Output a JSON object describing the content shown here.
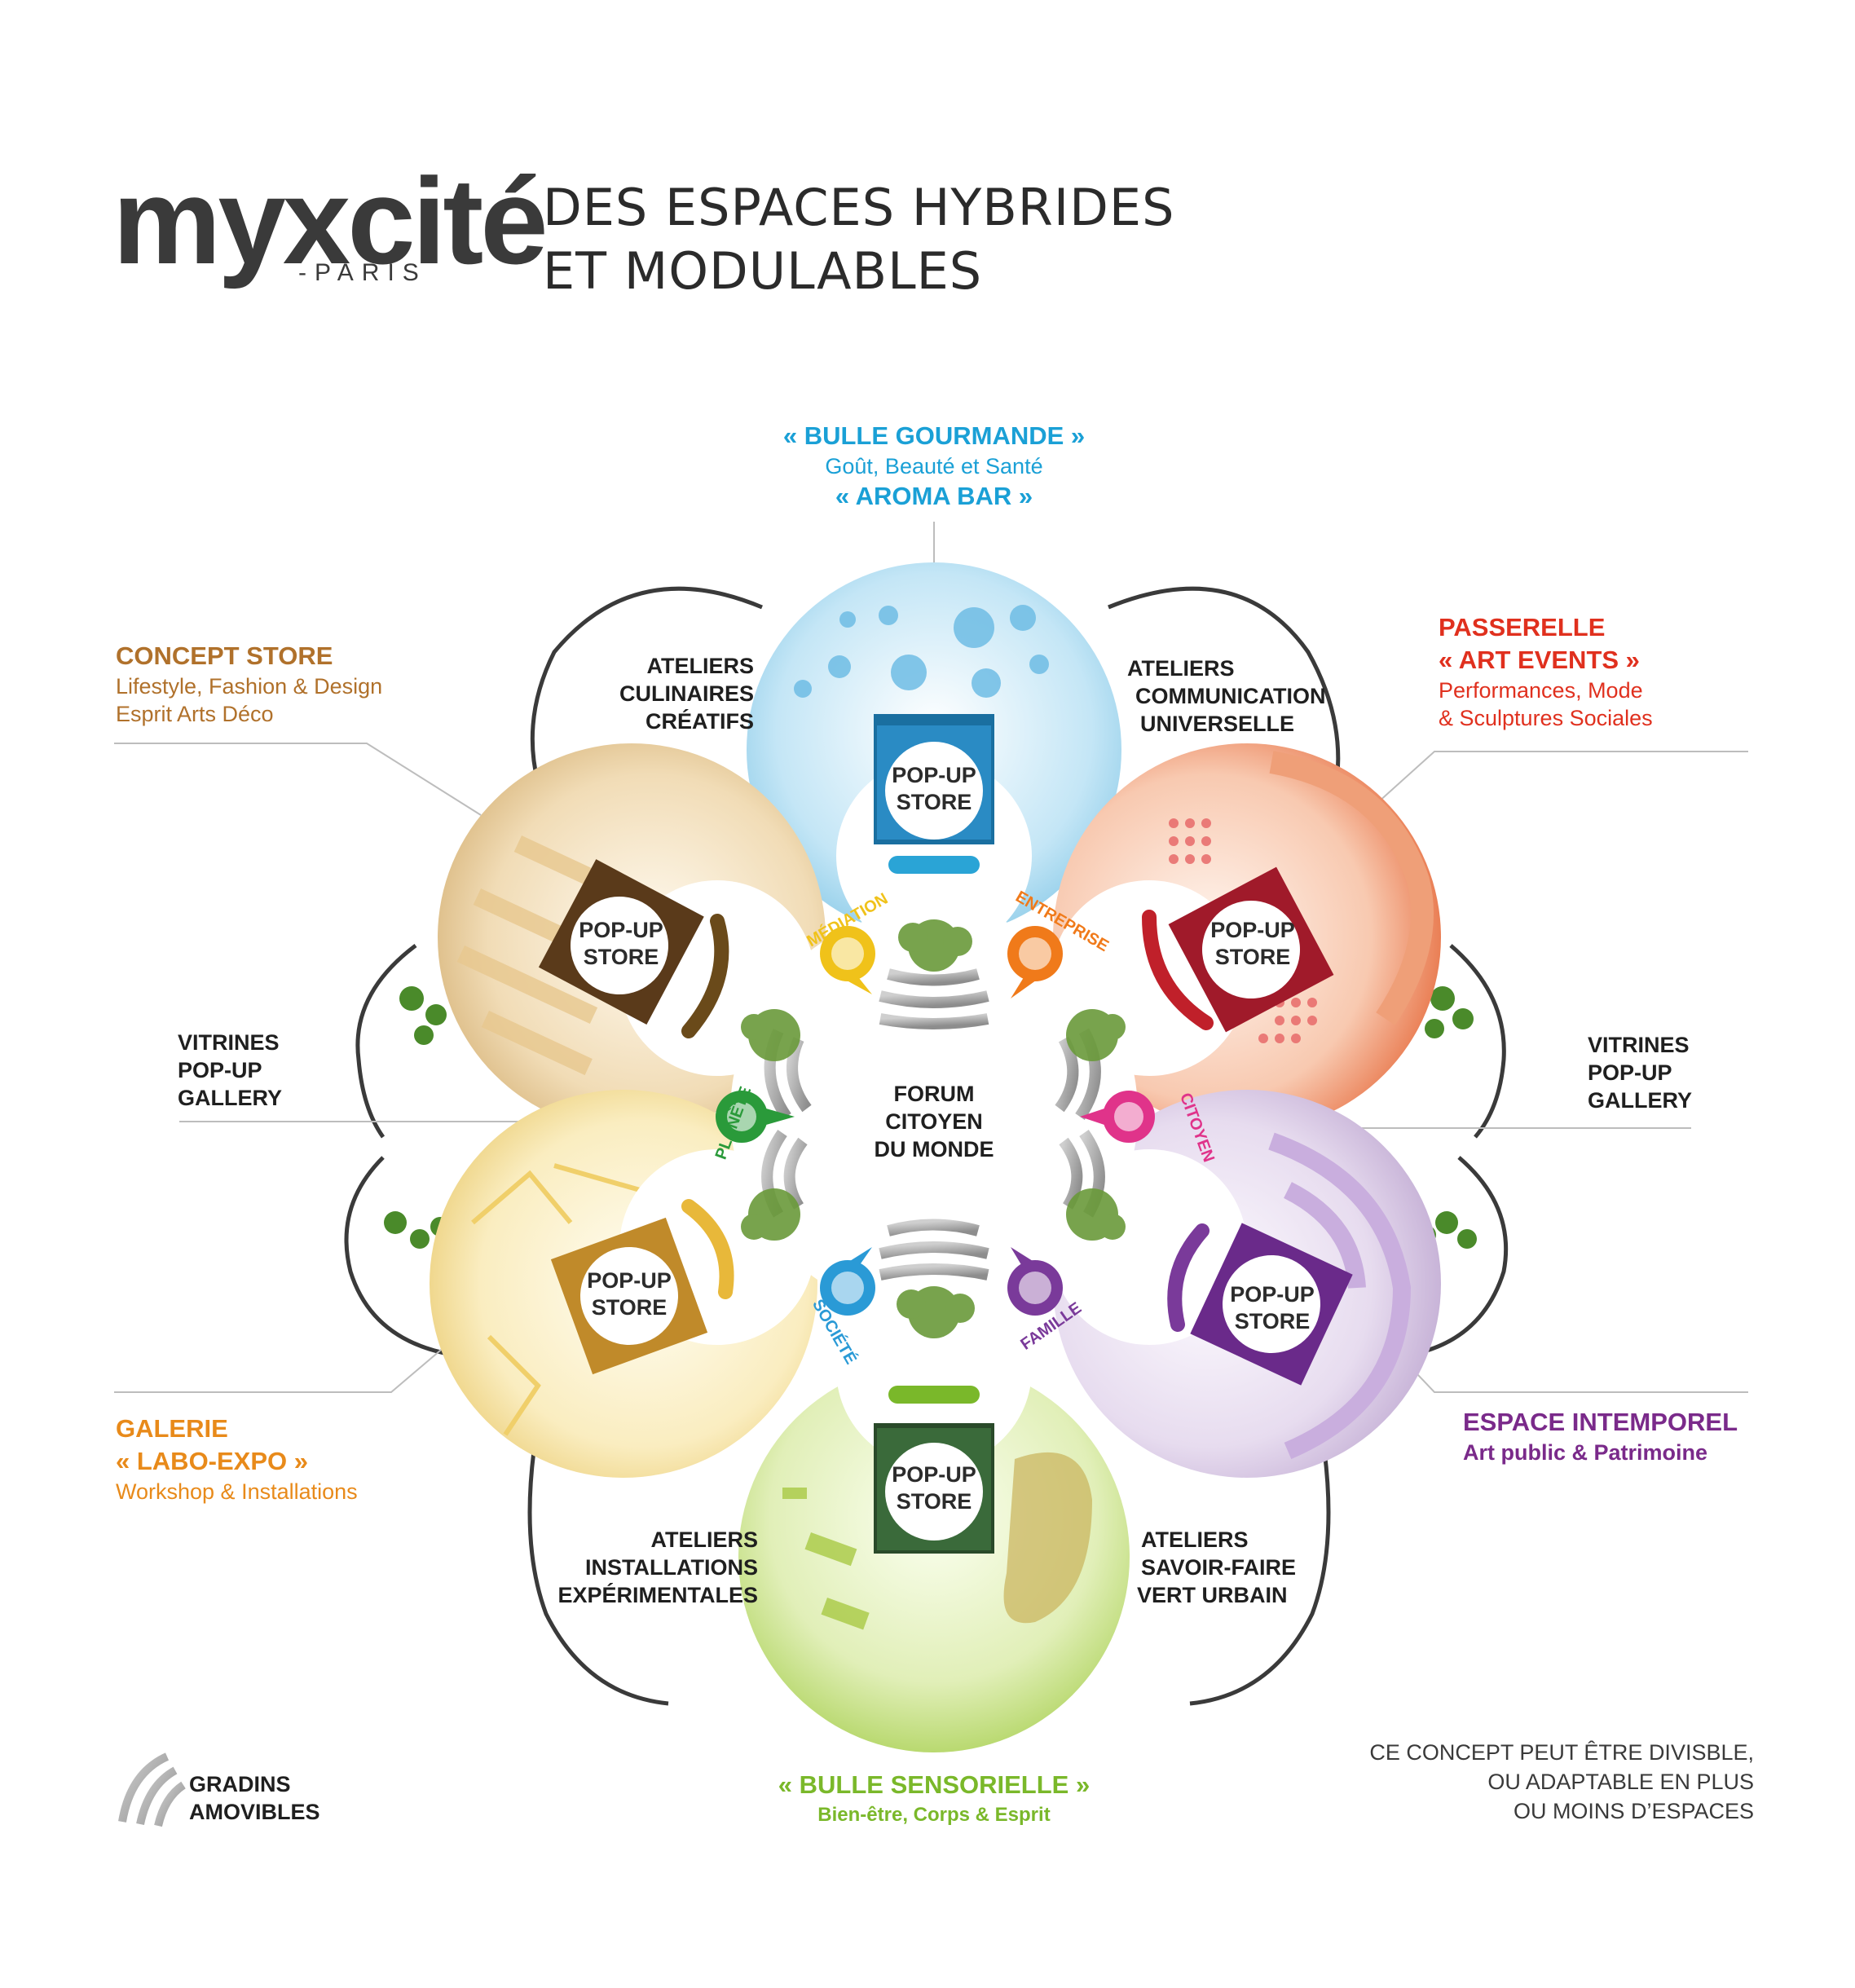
{
  "logo": {
    "name": "myxcité",
    "sub": "-PARIS"
  },
  "headline": {
    "line1": "DES ESPACES HYBRIDES",
    "line2": "ET MODULABLES"
  },
  "bubbles": {
    "top": {
      "title1": "« BULLE GOURMANDE »",
      "sub": "Goût, Beauté et Santé",
      "title2": "« AROMA BAR »",
      "color": "#1aa0d6"
    },
    "concept": {
      "title": "CONCEPT STORE",
      "sub1": "Lifestyle, Fashion & Design",
      "sub2": "Esprit Arts Déco",
      "color": "#b0712b"
    },
    "passerelle": {
      "title1": "PASSERELLE",
      "title2": "« ART EVENTS »",
      "sub1": "Performances, Mode",
      "sub2": "& Sculptures Sociales",
      "color": "#e0301e"
    },
    "galerie": {
      "title1": "GALERIE",
      "title2": "« LABO-EXPO »",
      "sub": "Workshop & Installations",
      "color": "#e88a1a"
    },
    "intemporel": {
      "title": "ESPACE INTEMPOREL",
      "sub": "Art public & Patrimoine",
      "color": "#7a2a8a"
    },
    "sensorielle": {
      "title": "« BULLE SENSORIELLE »",
      "sub": "Bien-être, Corps & Esprit",
      "color": "#7ab82a"
    }
  },
  "ateliers": {
    "culinaires": [
      "ATELIERS",
      "CULINAIRES",
      "CRÉATIFS"
    ],
    "communication": [
      "ATELIERS",
      "COMMUNICATION",
      "UNIVERSELLE"
    ],
    "installations": [
      "ATELIERS",
      "INSTALLATIONS",
      "EXPÉRIMENTALES"
    ],
    "savoir": [
      "ATELIERS",
      "SAVOIR-FAIRE",
      "VERT URBAIN"
    ]
  },
  "vitrines": [
    "VITRINES",
    "POP-UP",
    "GALLERY"
  ],
  "popup": [
    "POP-UP",
    "STORE"
  ],
  "forum": [
    "FORUM",
    "CITOYEN",
    "DU MONDE"
  ],
  "pins": {
    "mediation": {
      "label": "MÉDIATION",
      "color": "#f0c21a"
    },
    "entreprise": {
      "label": "ENTREPRISE",
      "color": "#f07a1a"
    },
    "citoyen": {
      "label": "CITOYEN",
      "color": "#e0338a"
    },
    "famille": {
      "label": "FAMILLE",
      "color": "#7a3a9a"
    },
    "societe": {
      "label": "SOCIÉTÉ",
      "color": "#2a9ad6"
    },
    "planete": {
      "label": "PLANÈTE",
      "color": "#2a9a3a"
    }
  },
  "legend": [
    "GRADINS",
    "AMOVIBLES"
  ],
  "note": [
    "CE CONCEPT PEUT ÊTRE DIVISBLE,",
    "OU ADAPTABLE EN PLUS",
    "OU MOINS D’ESPACES"
  ]
}
